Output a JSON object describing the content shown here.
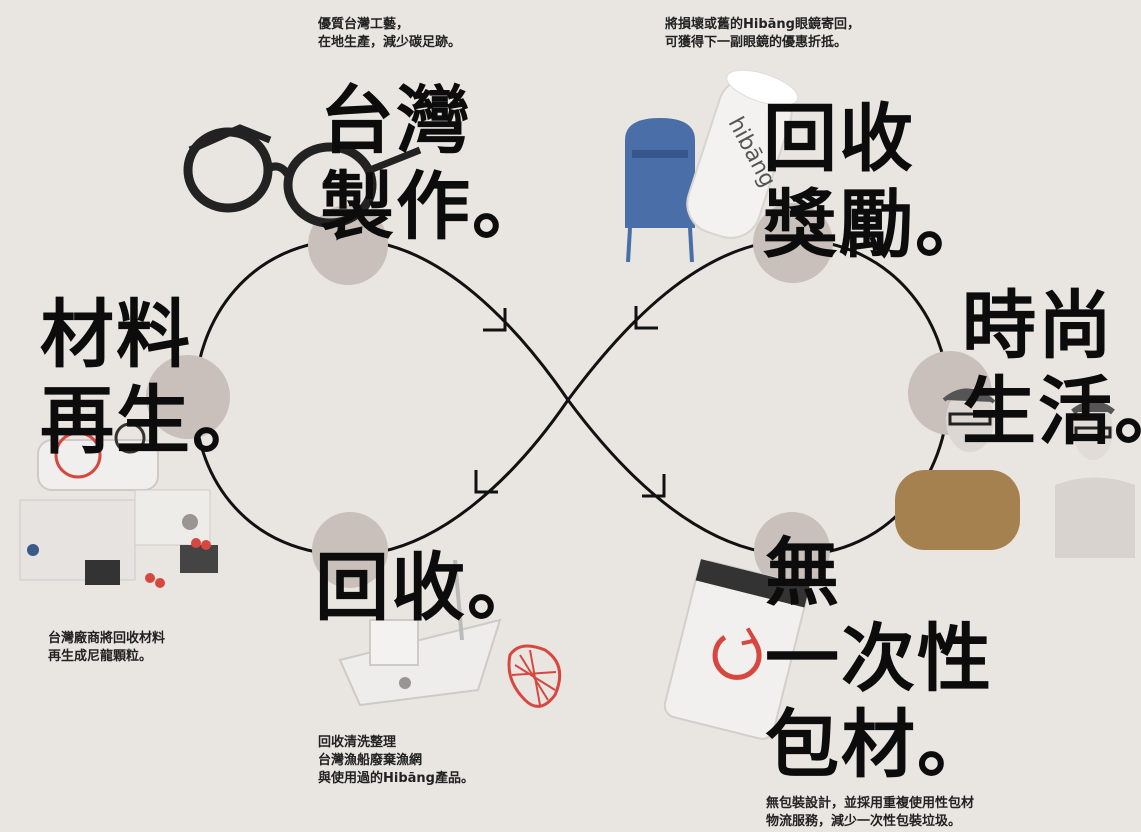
{
  "nodes": [
    {
      "id": "made-in-taiwan",
      "title": "台灣\n製作。",
      "caption": "優質台灣工藝，\n在地生產，減少碳足跡。"
    },
    {
      "id": "recycle-reward",
      "title": "回收\n獎勵。",
      "caption": "將損壞或舊的Hibāng眼鏡寄回，\n可獲得下一副眼鏡的優惠折抵。"
    },
    {
      "id": "material-regen",
      "title": "材料\n再生。",
      "caption": "台灣廠商將回收材料\n再生成尼龍顆粒。"
    },
    {
      "id": "fashion-life",
      "title": "時尚\n生活。",
      "caption": ""
    },
    {
      "id": "recycle",
      "title": "回收。",
      "caption_pre": "回收清洗整理\n台灣漁船",
      "caption_bold": "廢棄漁網",
      "caption_post": "\n與使用過的Hibāng產品。"
    },
    {
      "id": "no-single-use",
      "title": "無\n一次性\n包材。",
      "caption": "無包裝設計，並採用重複使用性包材\n物流服務，減少一次性包裝垃圾。"
    }
  ],
  "illustrations": {
    "tube_brand": "hibāng"
  },
  "colors": {
    "background": "#e9e5e1",
    "node_circle": "#c9c0bb",
    "loop_line": "#111111",
    "mailbox_blue": "#4a6fa8",
    "net_red": "#d8473f"
  }
}
